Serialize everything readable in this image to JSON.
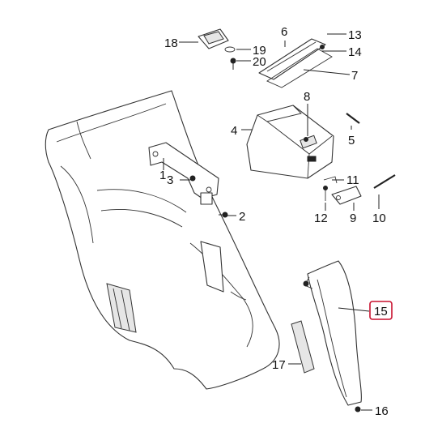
{
  "callouts": [
    {
      "id": "c1",
      "text": "1"
    },
    {
      "id": "c2",
      "text": "2"
    },
    {
      "id": "c3",
      "text": "3"
    },
    {
      "id": "c4",
      "text": "4"
    },
    {
      "id": "c5",
      "text": "5"
    },
    {
      "id": "c6",
      "text": "6"
    },
    {
      "id": "c7",
      "text": "7"
    },
    {
      "id": "c8",
      "text": "8"
    },
    {
      "id": "c9",
      "text": "9"
    },
    {
      "id": "c10",
      "text": "10"
    },
    {
      "id": "c11",
      "text": "11"
    },
    {
      "id": "c12",
      "text": "12"
    },
    {
      "id": "c13",
      "text": "13"
    },
    {
      "id": "c14",
      "text": "14"
    },
    {
      "id": "c15",
      "text": "15",
      "highlighted": true
    },
    {
      "id": "c16",
      "text": "16"
    },
    {
      "id": "c17",
      "text": "17"
    },
    {
      "id": "c18",
      "text": "18"
    },
    {
      "id": "c19",
      "text": "19"
    },
    {
      "id": "c20",
      "text": "20"
    }
  ],
  "colors": {
    "line": "#333333",
    "highlight": "#c8102e",
    "background": "#ffffff"
  }
}
